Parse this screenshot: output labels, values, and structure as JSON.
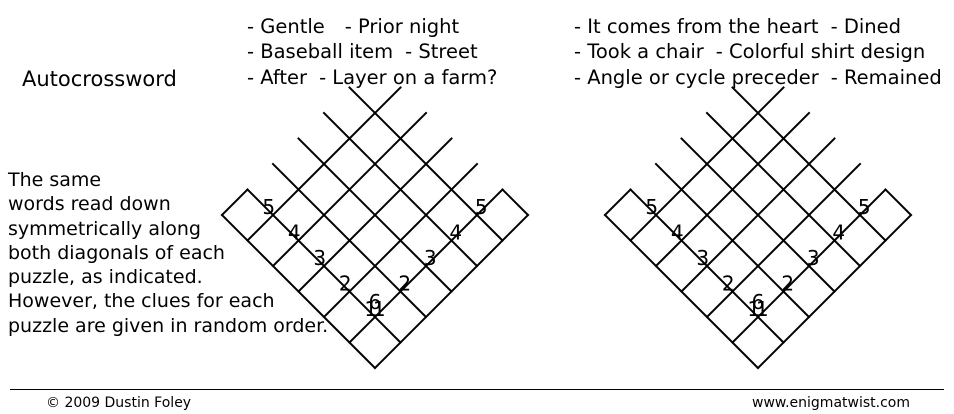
{
  "title": "Autocrossword",
  "left_clues": [
    [
      "- Gentle",
      "- Prior night"
    ],
    [
      "- Baseball item",
      "- Street"
    ],
    [
      "- After",
      "- Layer on a farm?"
    ]
  ],
  "right_clues": [
    [
      "- It comes from the heart",
      "- Dined"
    ],
    [
      "- Took a chair",
      "- Colorful shirt design"
    ],
    [
      "- Angle or cycle preceder",
      "- Remained"
    ]
  ],
  "instructions": [
    "The same",
    "words read down",
    "symmetrically along",
    "both diagonals of each",
    "puzzle, as indicated.",
    "However, the clues for each",
    "puzzle are given in random order."
  ],
  "grid_numbers": [
    "1",
    "2",
    "3",
    "4",
    "5",
    "6"
  ],
  "footer": {
    "copyright": "© 2009 Dustin Foley",
    "website": "www.enigmatwist.com"
  }
}
